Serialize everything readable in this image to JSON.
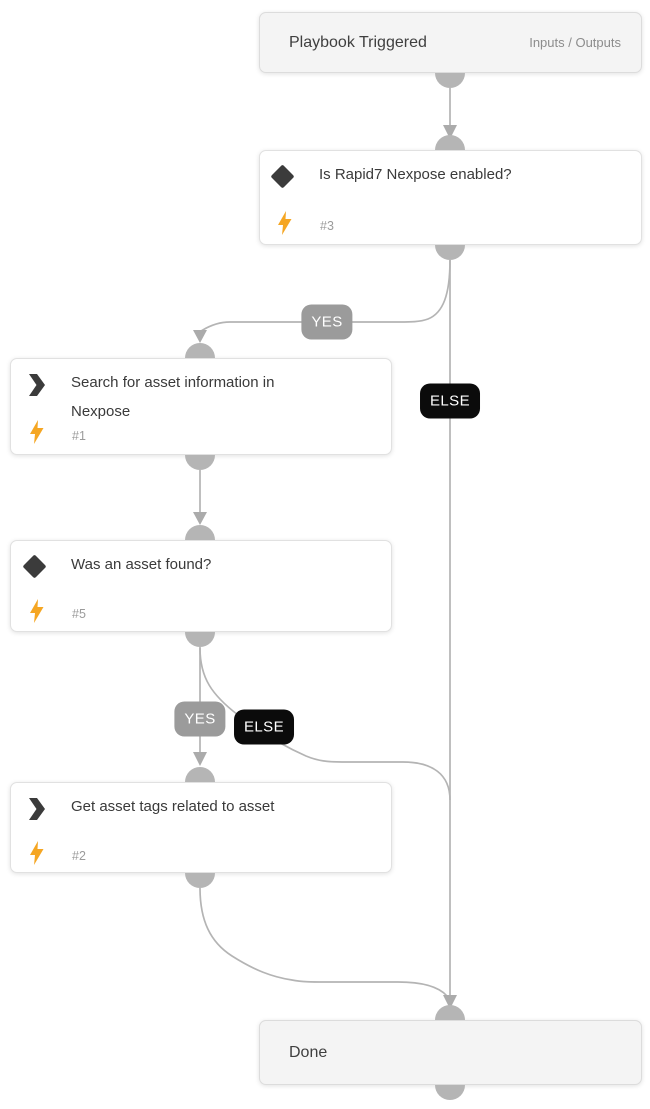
{
  "app": {
    "view": "playbook-workflow-canvas"
  },
  "nodes": {
    "trigger": {
      "title": "Playbook Triggered",
      "link": "Inputs / Outputs",
      "type": "trigger"
    },
    "decision_nexpose": {
      "title": "Is Rapid7 Nexpose enabled?",
      "step": "#3",
      "type": "decision"
    },
    "action_search": {
      "title": "Search for asset information in Nexpose",
      "step": "#1",
      "type": "action"
    },
    "decision_asset": {
      "title": "Was an asset found?",
      "step": "#5",
      "type": "decision"
    },
    "action_tags": {
      "title": "Get asset tags related to asset",
      "step": "#2",
      "type": "action"
    },
    "done": {
      "title": "Done",
      "type": "terminal"
    }
  },
  "branch_labels": {
    "nexpose_yes": "YES",
    "nexpose_else": "ELSE",
    "asset_yes": "YES",
    "asset_else": "ELSE"
  },
  "colors": {
    "edge": "#b4b4b4",
    "arrow": "#ababab",
    "dome": "#b5b5b5",
    "yes_bg": "#9b9b9b",
    "else_bg": "#0b0b0b",
    "icon": "#3b3b3b",
    "bolt": "#f5a623",
    "node_bg": "#ffffff",
    "terminal_bg": "#f4f4f4"
  }
}
